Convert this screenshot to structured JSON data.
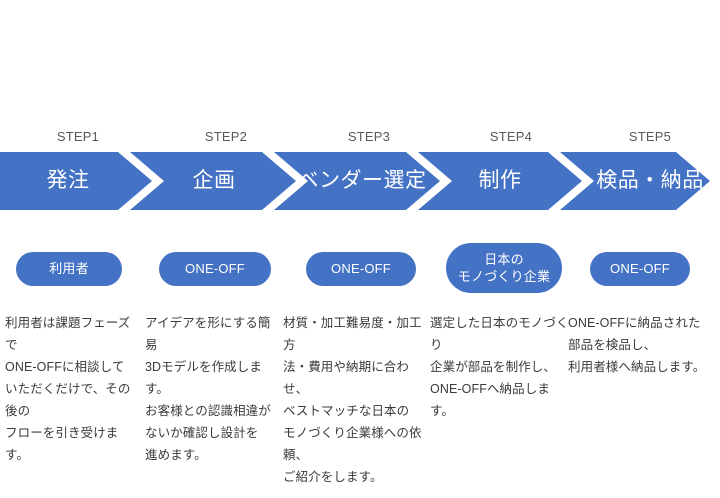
{
  "colors": {
    "accent_blue": "#4472C4",
    "step_label_gray": "#595959",
    "body_text": "#3a3a3a",
    "background": "#ffffff",
    "chevron_text": "#ffffff"
  },
  "steps": [
    {
      "step_label": "STEP1",
      "chevron_title": "発注",
      "actor_badge": "利用者",
      "description": "利用者は課題フェーズで\nONE-OFFに相談して\nいただくだけで、その後の\nフローを引き受けます。"
    },
    {
      "step_label": "STEP2",
      "chevron_title": "企画",
      "actor_badge": "ONE-OFF",
      "description": "アイデアを形にする簡易\n3Dモデルを作成します。\nお客様との認識相違が\nないか確認し設計を\n進めます。"
    },
    {
      "step_label": "STEP3",
      "chevron_title": "ベンダー選定",
      "actor_badge": "ONE-OFF",
      "description": "材質・加工難易度・加工方\n法・費用や納期に合わせ、\nベストマッチな日本の\nモノづくり企業様への依頼、\nご紹介をします。"
    },
    {
      "step_label": "STEP4",
      "chevron_title": "制作",
      "actor_badge": "日本の\nモノづくり企業",
      "description": "選定した日本のモノづくり\n企業が部品を制作し、\nONE-OFFへ納品します。"
    },
    {
      "step_label": "STEP5",
      "chevron_title": "検品・納品",
      "actor_badge": "ONE-OFF",
      "description": "ONE-OFFに納品された\n部品を検品し、\n利用者様へ納品します。"
    }
  ]
}
